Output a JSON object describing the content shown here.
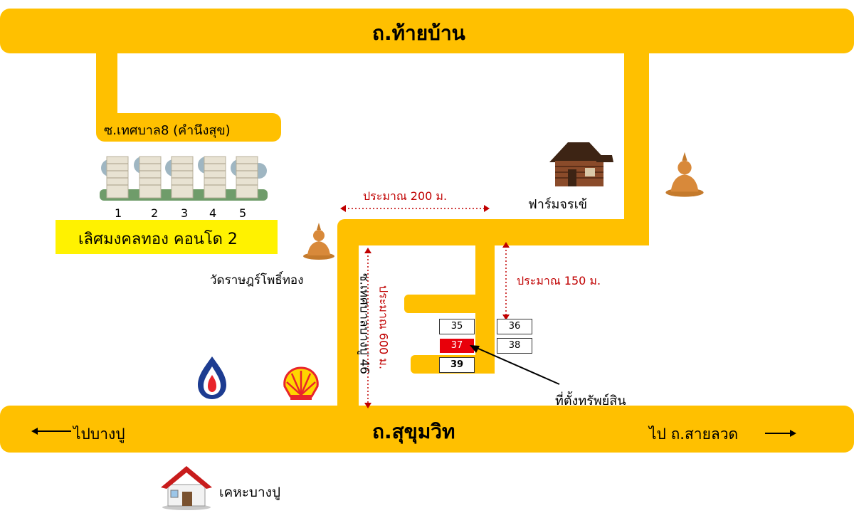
{
  "roads": {
    "top": "ถ.ท้ายบ้าน",
    "bottom": "ถ.สุขุมวิท",
    "soi_left": "ซ.เทศบาล8 (คำนึงสุข)",
    "soi_vertical": "ซ.เทศบาลบางปู 46"
  },
  "directions": {
    "left": "ไปบางปู",
    "right": "ไป ถ.สายลวด"
  },
  "landmarks": {
    "condo_name": "เลิศมงคลทอง คอนโด 2",
    "condo_numbers": [
      "1",
      "2",
      "3",
      "4",
      "5"
    ],
    "temple": "วัดราษฎร์โพธิ์ทอง",
    "farm": "ฟาร์มจรเข้",
    "district": "เคหะบางปู",
    "property": "ที่ตั้งทรัพย์สิน"
  },
  "distances": {
    "d200": "ประมาณ 200 ม.",
    "d150": "ประมาณ 150 ม.",
    "d600": "ประมาณ 600 ม."
  },
  "plots": {
    "left": [
      "35",
      "37",
      "39"
    ],
    "right": [
      "36",
      "38"
    ],
    "highlight": "37"
  },
  "icons": [
    "condo-building-icon",
    "buddha-icon",
    "farm-house-icon",
    "ptt-logo-icon",
    "shell-logo-icon",
    "house-icon",
    "arrow-left-icon",
    "arrow-right-icon",
    "pointer-arrow-icon"
  ],
  "colors": {
    "road": "#FFC000",
    "condo_label_bg": "#FFF200",
    "highlight_plot": "#E8000A",
    "distance_marker": "#C00000"
  }
}
